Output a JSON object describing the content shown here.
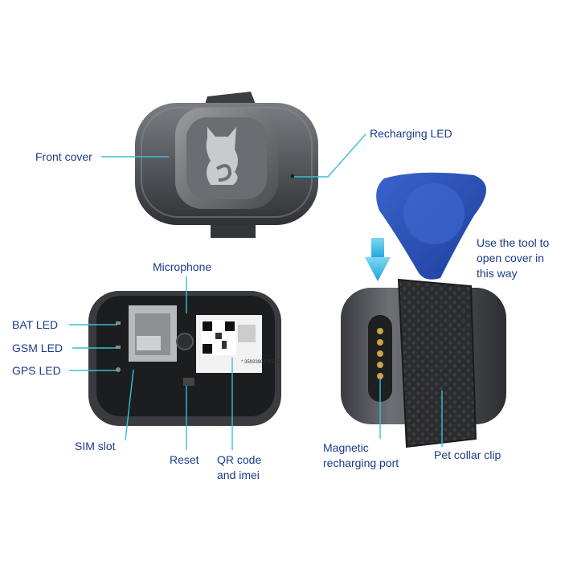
{
  "colors": {
    "label_text": "#1b3a8c",
    "leader_line": "#35c0d6",
    "device_body": "#5a5d62",
    "tool_blue": "#2a52b8",
    "arrow_cyan": "#22b4e0"
  },
  "labels": {
    "front_cover": "Front cover",
    "recharging_led": "Recharging LED",
    "use_tool": "Use the tool to\nopen cover in\nthis way",
    "microphone": "Microphone",
    "bat_led": "BAT LED",
    "gsm_led": "GSM LED",
    "gps_led": "GPS LED",
    "sim_slot": "SIM slot",
    "reset": "Reset",
    "qr_code": "QR code\nand imei",
    "magnetic_port": "Magnetic\nrecharging port",
    "collar_clip": "Pet collar clip"
  },
  "device_text": {
    "imei": "* 359339077155B"
  },
  "icons": [
    "cat-logo-icon",
    "down-arrow-icon",
    "qr-code-icon",
    "opening-tool-icon"
  ]
}
